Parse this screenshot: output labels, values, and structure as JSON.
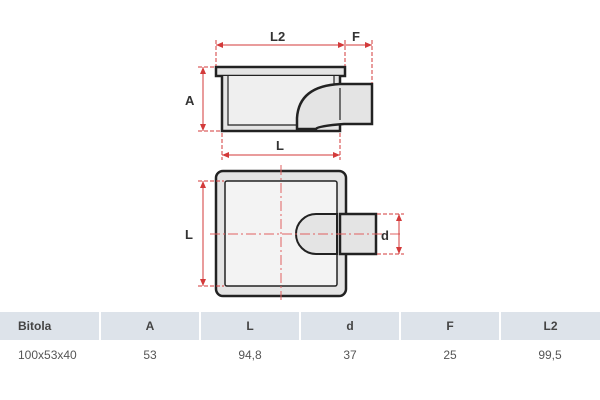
{
  "drawing": {
    "labels": {
      "l2": "L2",
      "f": "F",
      "a": "A",
      "l_top": "L",
      "l_side": "L",
      "d": "d"
    },
    "colors": {
      "dimension": "#d33a3a",
      "outline": "#222222",
      "body_fill": "#e4e4e4",
      "center_line": "#e06060"
    }
  },
  "table": {
    "headers": [
      "Bitola",
      "A",
      "L",
      "d",
      "F",
      "L2"
    ],
    "rows": [
      [
        "100x53x40",
        "53",
        "94,8",
        "37",
        "25",
        "99,5"
      ]
    ]
  }
}
